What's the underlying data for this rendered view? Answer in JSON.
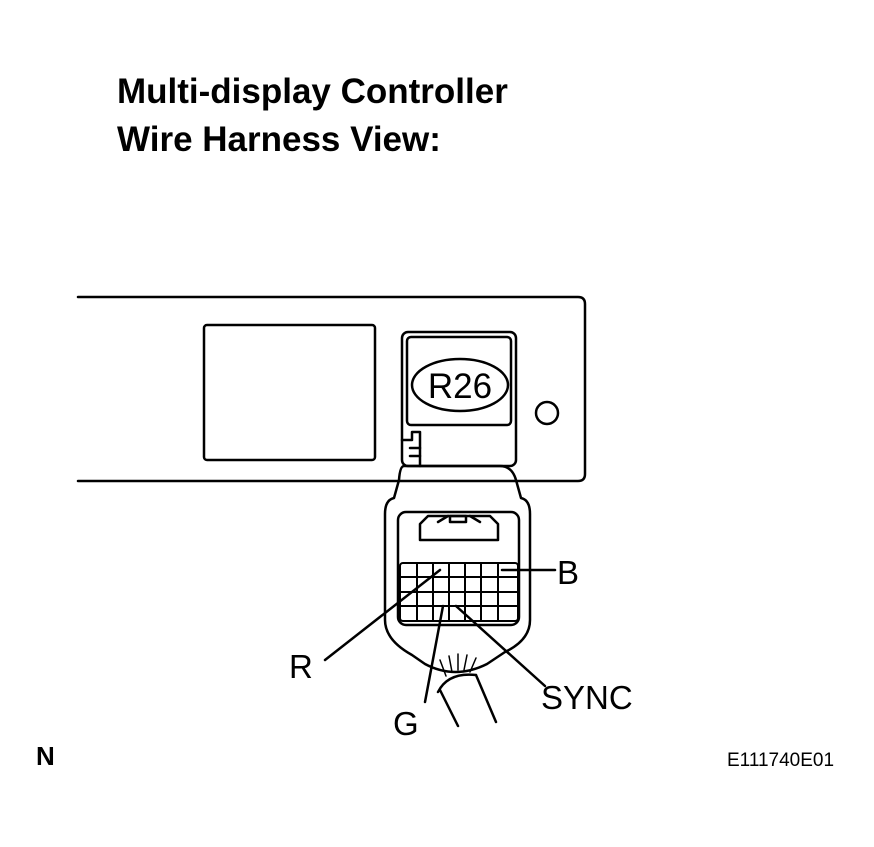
{
  "title": {
    "line1": "Multi-display Controller",
    "line2": "Wire Harness View:"
  },
  "connector": {
    "id": "R26"
  },
  "labels": {
    "b": "B",
    "r": "R",
    "g": "G",
    "sync": "SYNC"
  },
  "footer": {
    "orientation": "N",
    "figure_id": "E111740E01"
  }
}
